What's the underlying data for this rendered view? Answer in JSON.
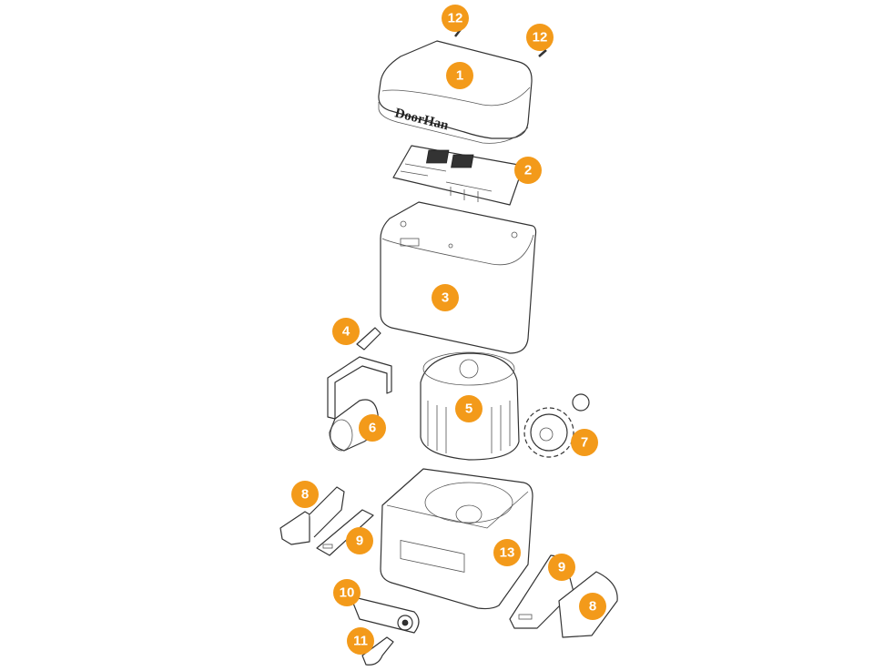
{
  "diagram": {
    "logo_text": "DoorHan",
    "badge_color": "#F39A1A",
    "callouts": [
      {
        "id": "12a",
        "label": "12",
        "part": "screw"
      },
      {
        "id": "12b",
        "label": "12",
        "part": "screw"
      },
      {
        "id": "1",
        "label": "1",
        "part": "cover"
      },
      {
        "id": "2",
        "label": "2",
        "part": "control-board"
      },
      {
        "id": "3",
        "label": "3",
        "part": "housing"
      },
      {
        "id": "4",
        "label": "4",
        "part": "terminal"
      },
      {
        "id": "5",
        "label": "5",
        "part": "motor"
      },
      {
        "id": "6",
        "label": "6",
        "part": "capacitor"
      },
      {
        "id": "7",
        "label": "7",
        "part": "gear"
      },
      {
        "id": "8a",
        "label": "8",
        "part": "limit-plate"
      },
      {
        "id": "9a",
        "label": "9",
        "part": "bracket"
      },
      {
        "id": "13",
        "label": "13",
        "part": "base"
      },
      {
        "id": "9b",
        "label": "9",
        "part": "bracket"
      },
      {
        "id": "8b",
        "label": "8",
        "part": "limit-plate"
      },
      {
        "id": "10",
        "label": "10",
        "part": "release-lever"
      },
      {
        "id": "11",
        "label": "11",
        "part": "key"
      }
    ]
  }
}
